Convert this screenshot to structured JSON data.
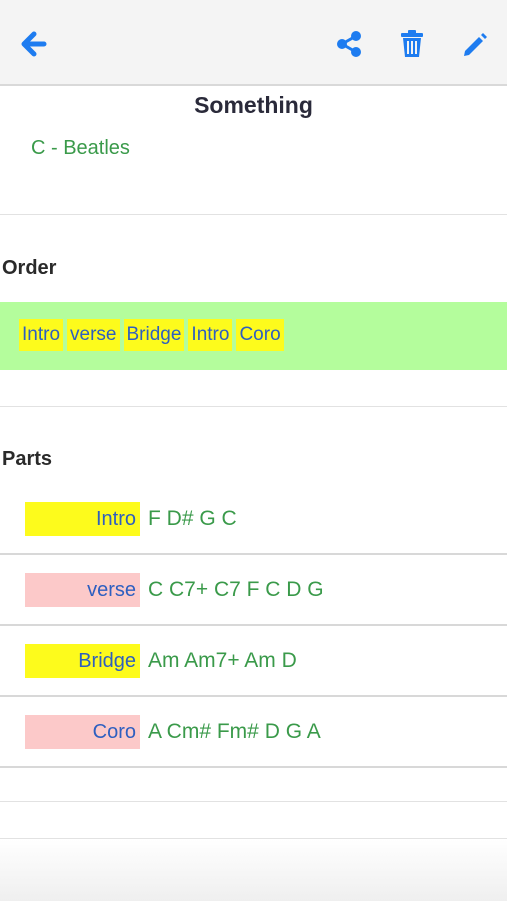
{
  "toolbar": {
    "back_icon": "back-arrow-icon",
    "share_icon": "share-icon",
    "delete_icon": "trash-icon",
    "edit_icon": "pencil-icon",
    "accent_color": "#1e7cf0"
  },
  "song": {
    "title": "Something",
    "subtitle": "C - Beatles"
  },
  "order": {
    "heading": "Order",
    "items": [
      "Intro",
      "verse",
      "Bridge",
      "Intro",
      "Coro"
    ],
    "band_color": "#b4fd9c",
    "chip_color": "#fdfb1c"
  },
  "parts": {
    "heading": "Parts",
    "items": [
      {
        "name": "Intro",
        "chords": "F D# G C",
        "color": "#fdfb1c"
      },
      {
        "name": "verse",
        "chords": "C C7+ C7 F C D G",
        "color": "#fcc9c9"
      },
      {
        "name": "Bridge",
        "chords": "Am Am7+ Am D",
        "color": "#fdfb1c"
      },
      {
        "name": "Coro",
        "chords": "A Cm# Fm# D G A",
        "color": "#fcc9c9"
      }
    ]
  }
}
